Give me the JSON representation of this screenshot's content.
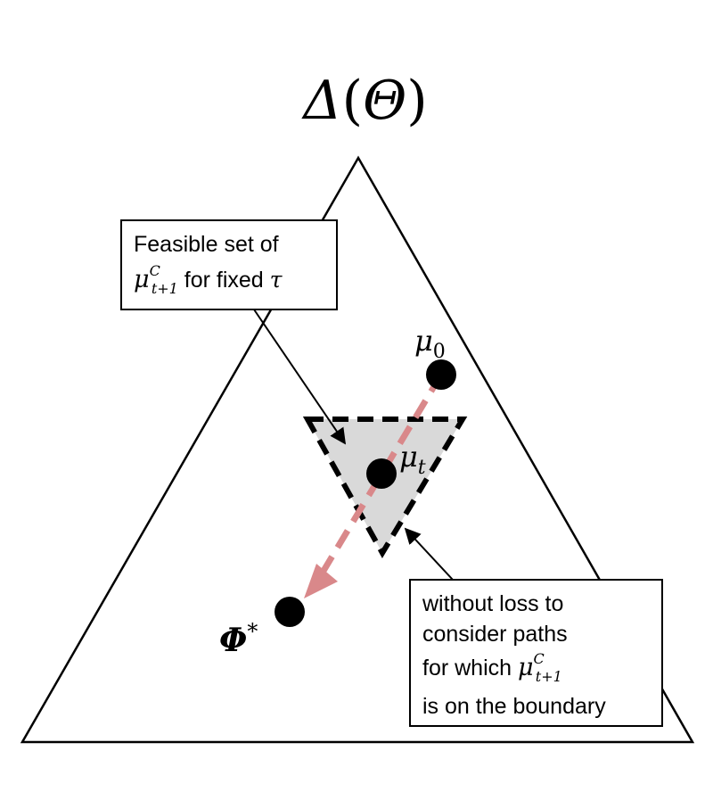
{
  "title": {
    "symbol": "Δ",
    "open": "(",
    "theta": "Θ",
    "close": ")"
  },
  "callout_feasible": {
    "line1": "Feasible set of",
    "mu": "μ",
    "sup": "C",
    "sub": "t+1",
    "suffix": " for fixed ",
    "tau": "τ"
  },
  "callout_boundary": {
    "line1": "without loss to",
    "line2": "consider paths",
    "line3_prefix": "for which ",
    "mu": "μ",
    "sup": "C",
    "sub": "t+1",
    "line4": "is on the boundary"
  },
  "points": {
    "mu0": {
      "base": "μ",
      "sub": "0"
    },
    "mut": {
      "base": "μ",
      "sub": "t"
    },
    "phi": {
      "base": "Φ",
      "sup": "*"
    }
  },
  "colors": {
    "outline": "#000000",
    "feasible_fill": "#d9d9d9",
    "path": "#d9888a"
  }
}
